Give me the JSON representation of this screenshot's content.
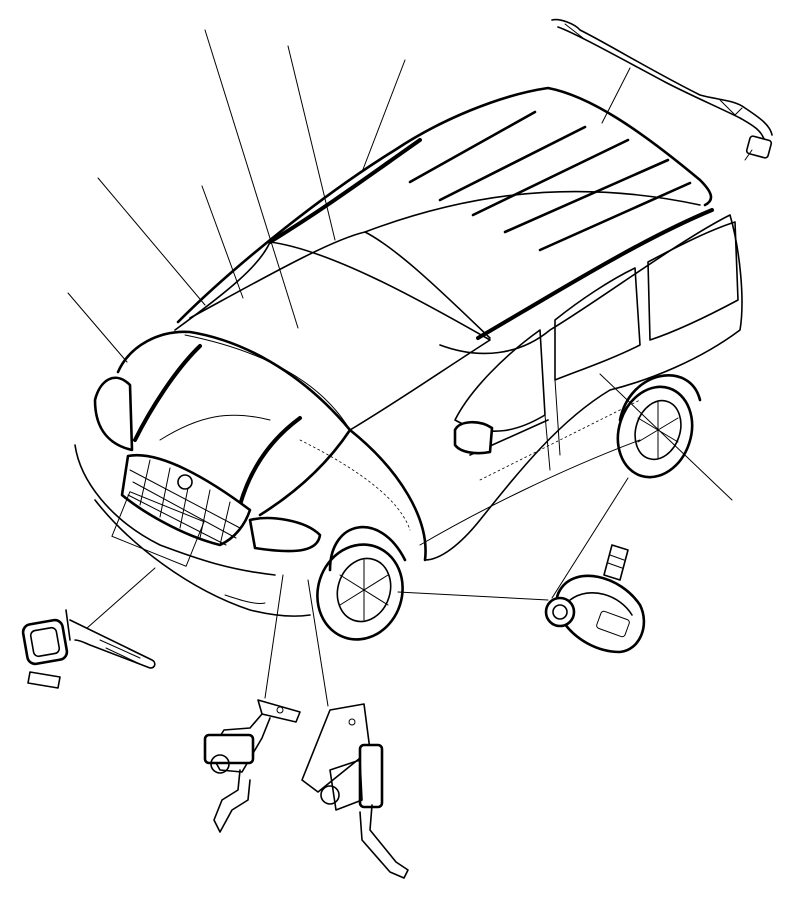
{
  "diagram": {
    "description_text": "",
    "colors": {
      "ink": "#000000",
      "background": "#ffffff"
    },
    "parts": [
      {
        "id": "minivan-body",
        "icon": "minivan-icon"
      },
      {
        "id": "rain-sensor-wiring",
        "icon": "wiring-harness-icon"
      },
      {
        "id": "ambient-light-sensor",
        "icon": "sensor-bracket-icon"
      },
      {
        "id": "headlamp-leveling-sensor-left",
        "icon": "leveling-sensor-icon"
      },
      {
        "id": "headlamp-leveling-sensor-right",
        "icon": "leveling-sensor-icon"
      },
      {
        "id": "tire-pressure-sensor",
        "icon": "tpms-valve-icon"
      }
    ]
  }
}
